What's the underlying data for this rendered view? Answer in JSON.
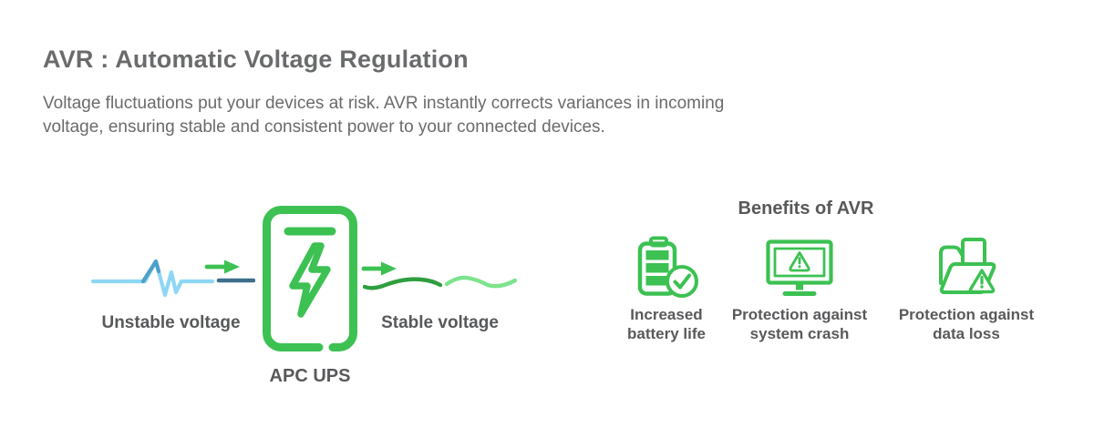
{
  "header": {
    "title": "AVR : Automatic Voltage Regulation",
    "description": "Voltage fluctuations put your devices at risk. AVR instantly corrects variances in incoming voltage, ensuring stable and consistent power to your connected devices."
  },
  "flow": {
    "unstable_label": "Unstable voltage",
    "ups_label": "APC UPS",
    "stable_label": "Stable voltage",
    "icons": {
      "unstable_wave": "unstable-waveform-icon",
      "input_arrow": "flow-arrow-icon",
      "ups": "ups-lightning-icon",
      "output_arrow": "flow-arrow-icon",
      "stable_wave": "stable-waveform-icon"
    }
  },
  "benefits": {
    "title": "Benefits of AVR",
    "items": [
      {
        "icon": "battery-check-icon",
        "label": "Increased battery life"
      },
      {
        "icon": "monitor-warning-icon",
        "label": "Protection against system crash"
      },
      {
        "icon": "folder-warning-icon",
        "label": "Protection against data loss"
      }
    ]
  },
  "colors": {
    "green": "#3CC152",
    "green_dark": "#2F9E3F",
    "green_light": "#7CE48C",
    "blue_light": "#8DD7F4",
    "blue_medium": "#4C9FCB",
    "blue_dark": "#3F6E8D",
    "text_primary": "#6A6B6D",
    "text_secondary": "#58595B",
    "background": "#FFFFFF"
  }
}
